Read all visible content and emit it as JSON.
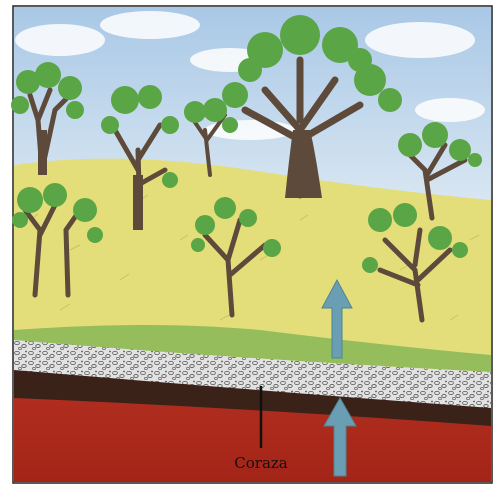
{
  "diagram": {
    "layers": [
      {
        "id": "sky"
      },
      {
        "id": "savanna-grass"
      },
      {
        "id": "gravel-layer"
      },
      {
        "id": "dark-soil-layer"
      },
      {
        "id": "red-laterite-layer"
      }
    ],
    "label": "Coraza",
    "arrows": [
      "upward-arrow",
      "upward-arrow"
    ],
    "colors": {
      "sky": "#b9d3ea",
      "grass": "#e3de7a",
      "gravel": "#dadada",
      "dark_soil": "#3a2219",
      "laterite": "#a8291c",
      "arrow": "#6a9eb2",
      "foliage": "#5aa545",
      "trunk": "#5e4a3b"
    }
  }
}
